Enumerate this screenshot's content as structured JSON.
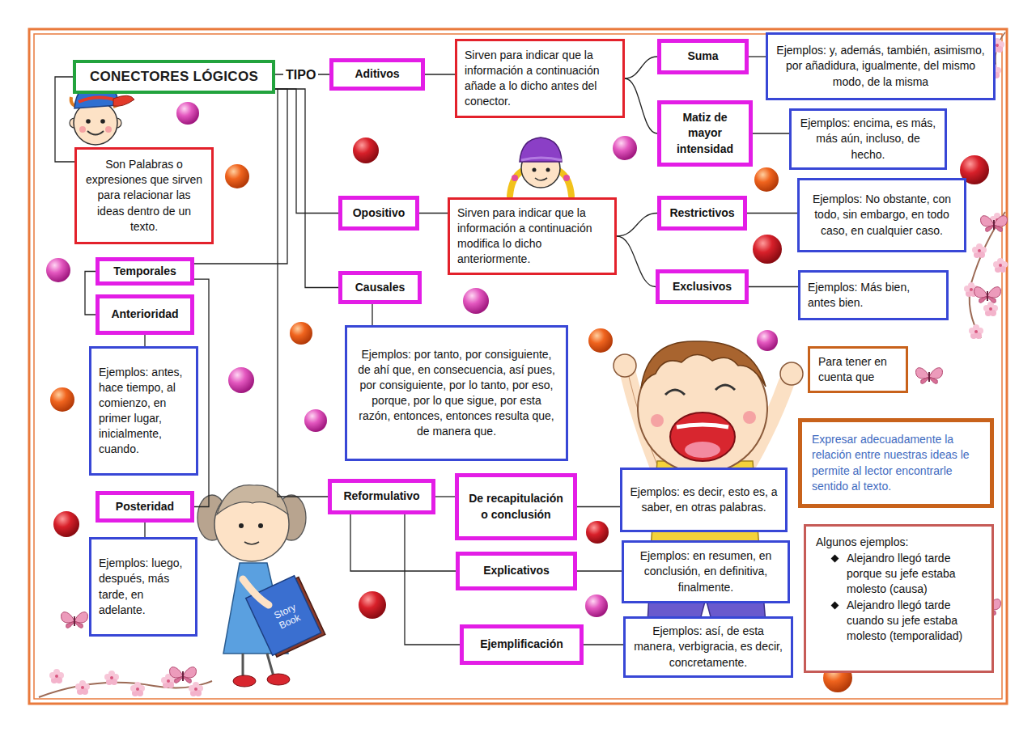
{
  "diagram": {
    "nodes": [
      {
        "text": [
          "CONECTORES LÓGICOS"
        ]
      },
      {
        "text": [
          "Son Palabras o expresiones que sirven para relacionar las ideas dentro de un texto."
        ]
      },
      {
        "text": [
          "Aditivos"
        ]
      },
      {
        "text": [
          "Sirven para indicar que la información a continuación añade a lo dicho antes del conector."
        ]
      },
      {
        "text": [
          "Suma"
        ]
      },
      {
        "text": [
          "Ejemplos: y, además, también, asimismo, por añadidura, igualmente, del mismo modo, de la misma"
        ]
      },
      {
        "text": [
          "Matiz de mayor intensidad"
        ]
      },
      {
        "text": [
          "Ejemplos: encima, es más, más aún, incluso, de hecho."
        ]
      },
      {
        "text": [
          "Opositivo"
        ]
      },
      {
        "text": [
          "Sirven para indicar que la información a continuación modifica lo dicho anteriormente."
        ]
      },
      {
        "text": [
          "Restrictivos"
        ]
      },
      {
        "text": [
          "Ejemplos: No obstante, con todo, sin embargo, en todo caso, en cualquier caso."
        ]
      },
      {
        "text": [
          "Exclusivos"
        ]
      },
      {
        "text": [
          "Ejemplos: Más bien, antes bien."
        ]
      },
      {
        "text": [
          "Temporales"
        ]
      },
      {
        "text": [
          "Anterioridad"
        ]
      },
      {
        "text": [
          "Ejemplos: antes, hace tiempo, al comienzo, en primer lugar, inicialmente, cuando."
        ]
      },
      {
        "text": [
          "Posteridad"
        ]
      },
      {
        "text": [
          "Ejemplos: luego, después, más tarde, en adelante."
        ]
      },
      {
        "text": [
          "Causales"
        ]
      },
      {
        "text": [
          "Ejemplos: por tanto, por consiguiente, de ahí que, en consecuencia, así pues, por consiguiente, por lo tanto, por eso, porque, por lo que sigue, por esta razón, entonces, entonces resulta que, de manera que."
        ]
      },
      {
        "text": [
          "Reformulativo"
        ]
      },
      {
        "text": [
          "De recapitulación o conclusión"
        ]
      },
      {
        "text": [
          "Ejemplos: es decir, esto es, a saber, en otras palabras."
        ]
      },
      {
        "text": [
          "Explicativos"
        ]
      },
      {
        "text": [
          "Ejemplos: en resumen, en conclusión, en definitiva, finalmente."
        ]
      },
      {
        "text": [
          "Ejemplificación"
        ]
      },
      {
        "text": [
          "Ejemplos: así, de esta manera, verbigracia, es decir, concretamente."
        ]
      },
      {
        "text": [
          "Para tener en cuenta que"
        ]
      },
      {
        "text": [
          "Expresar adecuadamente la relación entre nuestras ideas le permite al lector encontrarle sentido al texto."
        ]
      },
      {
        "text": [
          "Algunos ejemplos:",
          "Alejandro llegó tarde porque su jefe estaba molesto (causa)",
          "Alejandro llegó tarde cuando su jefe estaba molesto (temporalidad)"
        ]
      }
    ],
    "edges": [
      {
        "from": 0,
        "to": 1,
        "arrow": "none"
      },
      {
        "from": 0,
        "to": 2,
        "arrow": "none"
      },
      {
        "from": 0,
        "to": 8,
        "arrow": "none"
      },
      {
        "from": 0,
        "to": 19,
        "arrow": "none"
      },
      {
        "from": 0,
        "to": 14,
        "arrow": "none"
      },
      {
        "from": 0,
        "to": 21,
        "arrow": "none"
      },
      {
        "from": 2,
        "to": 3,
        "arrow": "none"
      },
      {
        "from": 3,
        "to": 4,
        "arrow": "none"
      },
      {
        "from": 3,
        "to": 6,
        "arrow": "none"
      },
      {
        "from": 4,
        "to": 5,
        "arrow": "none"
      },
      {
        "from": 6,
        "to": 7,
        "arrow": "none"
      },
      {
        "from": 8,
        "to": 9,
        "arrow": "none"
      },
      {
        "from": 9,
        "to": 10,
        "arrow": "none"
      },
      {
        "from": 9,
        "to": 12,
        "arrow": "none"
      },
      {
        "from": 10,
        "to": 11,
        "arrow": "none"
      },
      {
        "from": 12,
        "to": 13,
        "arrow": "none"
      },
      {
        "from": 14,
        "to": 15,
        "arrow": "none"
      },
      {
        "from": 14,
        "to": 17,
        "arrow": "none"
      },
      {
        "from": 15,
        "to": 16,
        "arrow": "none"
      },
      {
        "from": 17,
        "to": 18,
        "arrow": "none"
      },
      {
        "from": 19,
        "to": 20,
        "arrow": "none"
      },
      {
        "from": 21,
        "to": 22,
        "arrow": "none"
      },
      {
        "from": 21,
        "to": 24,
        "arrow": "none"
      },
      {
        "from": 21,
        "to": 26,
        "arrow": "none"
      },
      {
        "from": 22,
        "to": 23,
        "arrow": "none"
      },
      {
        "from": 24,
        "to": 25,
        "arrow": "none"
      },
      {
        "from": 26,
        "to": 27,
        "arrow": "none"
      }
    ],
    "labels": [
      "TIPO",
      "Story Book"
    ]
  }
}
